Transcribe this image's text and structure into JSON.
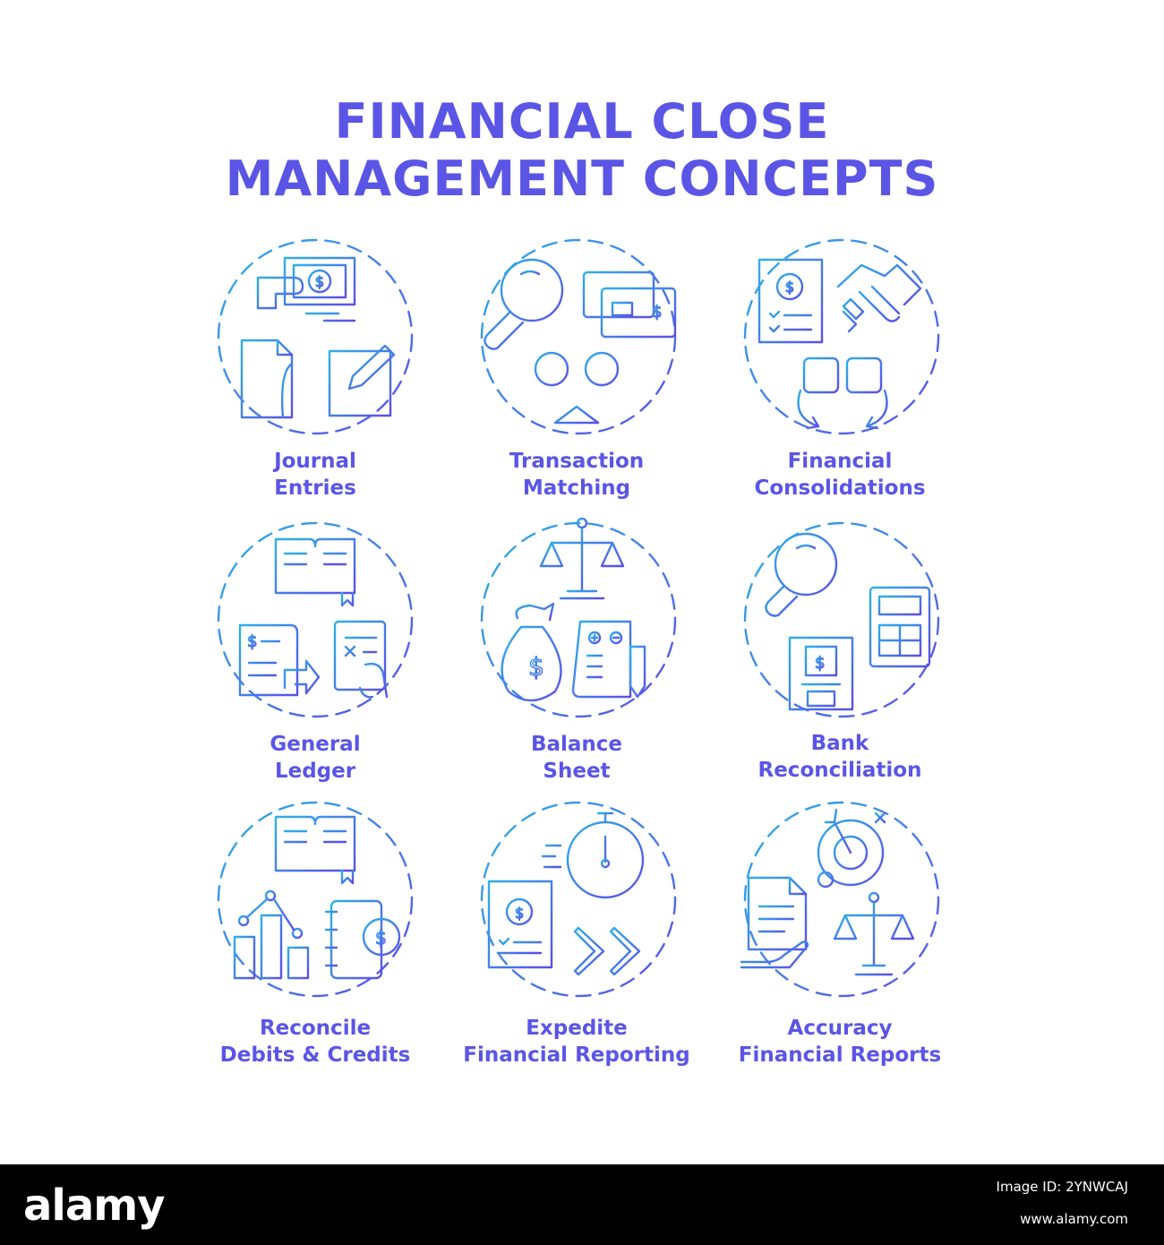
{
  "title": {
    "line1": "FINANCIAL CLOSE",
    "line2": "MANAGEMENT CONCEPTS"
  },
  "colors": {
    "gradient_start": "#2fb0e8",
    "gradient_end": "#5b4fe8",
    "label_text": "#5b55e6",
    "footer_bg": "#000000",
    "footer_text": "#ffffff"
  },
  "concepts": [
    {
      "line1": "Journal",
      "line2": "Entries",
      "icons": [
        "money-bill-hand-icon",
        "document-folder-icon",
        "edit-document-icon"
      ]
    },
    {
      "line1": "Transaction",
      "line2": "Matching",
      "icons": [
        "magnifier-icon",
        "credit-cards-icon",
        "scale-icon"
      ]
    },
    {
      "line1": "Financial",
      "line2": "Consolidations",
      "icons": [
        "invoice-icon",
        "handshake-icon",
        "exchange-arrows-icon"
      ]
    },
    {
      "line1": "General",
      "line2": "Ledger",
      "icons": [
        "open-book-icon",
        "receipt-arrow-icon",
        "calculator-hand-icon"
      ]
    },
    {
      "line1": "Balance",
      "line2": "Sheet",
      "icons": [
        "scale-icon",
        "money-bag-icon",
        "sheet-pen-icon"
      ]
    },
    {
      "line1": "Bank",
      "line2": "Reconciliation",
      "icons": [
        "magnifier-icon",
        "calculator-icon",
        "atm-icon"
      ]
    },
    {
      "line1": "Reconcile",
      "line2": "Debits & Credits",
      "icons": [
        "open-book-icon",
        "bar-chart-icon",
        "notebook-coin-icon"
      ]
    },
    {
      "line1": "Expedite",
      "line2": "Financial Reporting",
      "icons": [
        "stopwatch-icon",
        "invoice-icon",
        "fast-forward-icon"
      ]
    },
    {
      "line1": "Accuracy",
      "line2": "Financial Reports",
      "icons": [
        "target-icon",
        "document-hand-icon",
        "scale-icon"
      ]
    }
  ],
  "footer": {
    "logo": "alamy",
    "image_id": "Image ID: 2YNWCAJ",
    "url": "www.alamy.com"
  }
}
